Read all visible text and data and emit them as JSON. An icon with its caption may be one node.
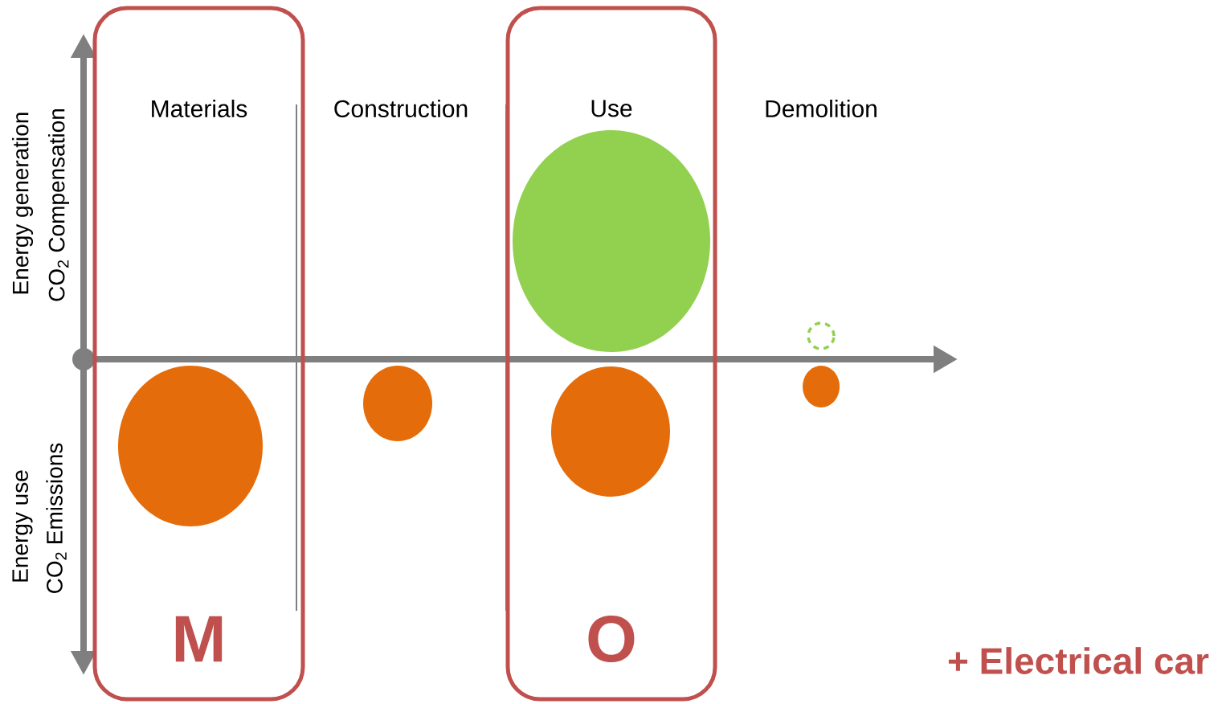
{
  "diagram": {
    "nodes": [
      {
        "text": [
          "Materials",
          "M"
        ]
      },
      {
        "text": [
          "Use",
          "O"
        ]
      }
    ],
    "labels": [
      "Energy generation",
      "CO$_{2}$ Compensation",
      "Construction",
      "Demolition",
      "Energy use",
      "CO$_{2}$ Emissions",
      "+ Electrical car"
    ]
  }
}
